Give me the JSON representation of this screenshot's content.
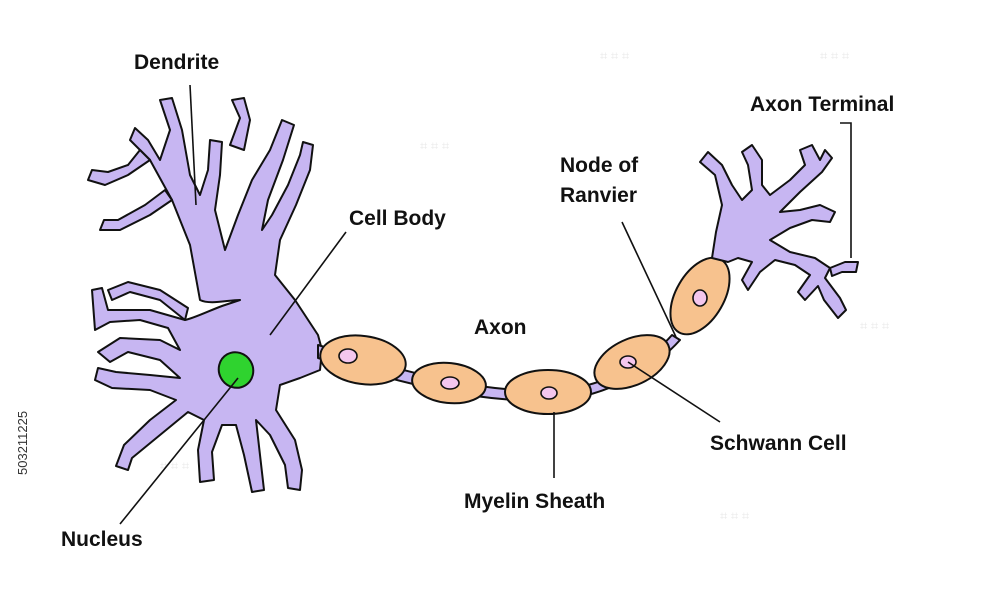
{
  "labels": {
    "dendrite": "Dendrite",
    "cell_body": "Cell Body",
    "axon": "Axon",
    "node_of_ranvier_line1": "Node of",
    "node_of_ranvier_line2": "Ranvier",
    "axon_terminal": "Axon Terminal",
    "nucleus": "Nucleus",
    "myelin_sheath": "Myelin Sheath",
    "schwann_cell": "Schwann Cell"
  },
  "watermark_id": "503211225",
  "colors": {
    "neuron_fill": "#c7b6f2",
    "myelin_fill": "#f7c28e",
    "nucleus_fill": "#2fd32f",
    "schwann_nucleus_fill": "#f4c6ee",
    "outline": "#111111",
    "background": "#ffffff"
  }
}
